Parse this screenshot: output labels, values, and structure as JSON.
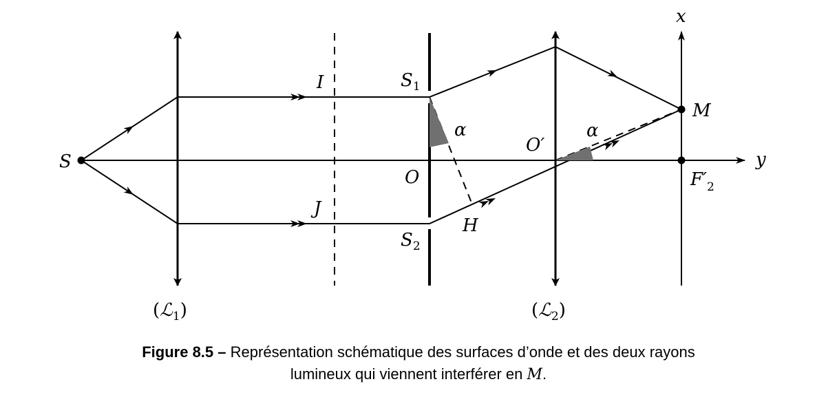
{
  "labels": {
    "source": "S",
    "point_i": "I",
    "point_j": "J",
    "slit1": "S",
    "slit1_sub": "1",
    "slit2": "S",
    "slit2_sub": "2",
    "origin": "O",
    "foot": "H",
    "angle1": "α",
    "angle2": "α",
    "center2": "O′",
    "point_m": "M",
    "focus": "F′",
    "focus_sub": "2",
    "axis_x": "x",
    "axis_y": "y",
    "lens1_open": "(",
    "lens1_name": "ℒ",
    "lens1_sub": "1",
    "lens1_close": ")",
    "lens2_open": "(",
    "lens2_name": "ℒ",
    "lens2_sub": "2",
    "lens2_close": ")"
  },
  "caption": {
    "figure_label": "Figure 8.5",
    "dash": "–",
    "line1": "Représentation schématique des surfaces d’onde et des deux rayons",
    "line2": "lumineux qui viennent interférer en",
    "m": "M",
    "period": "."
  },
  "colors": {
    "stroke": "#000000",
    "angle_fill": "#707070"
  }
}
